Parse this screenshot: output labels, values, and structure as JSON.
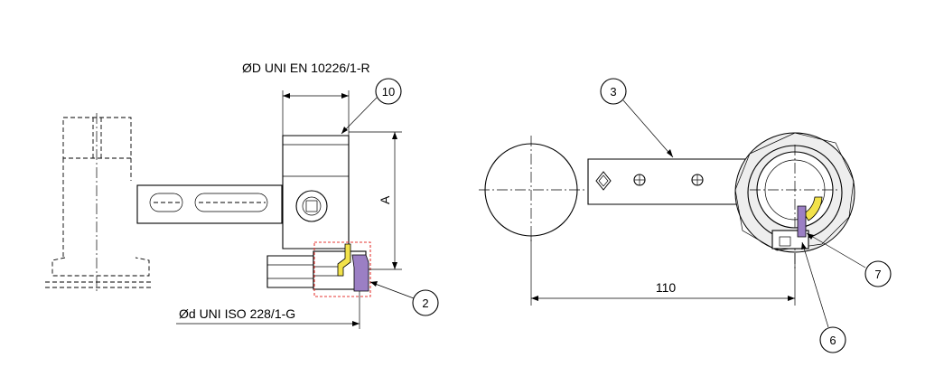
{
  "labels": {
    "top_dim": "ØD UNI EN 10226/1-R",
    "bottom_dim": "Ød UNI ISO 228/1-G",
    "dim_a": "A",
    "dim_110": "110"
  },
  "callouts": [
    {
      "id": "callout-10",
      "text": "10"
    },
    {
      "id": "callout-2",
      "text": "2"
    },
    {
      "id": "callout-3",
      "text": "3"
    },
    {
      "id": "callout-7",
      "text": "7"
    },
    {
      "id": "callout-6",
      "text": "6"
    }
  ],
  "colors": {
    "gasket_yellow": "#f2e24a",
    "seal_purple": "#9b7fc4",
    "highlight_red": "#e53935"
  }
}
